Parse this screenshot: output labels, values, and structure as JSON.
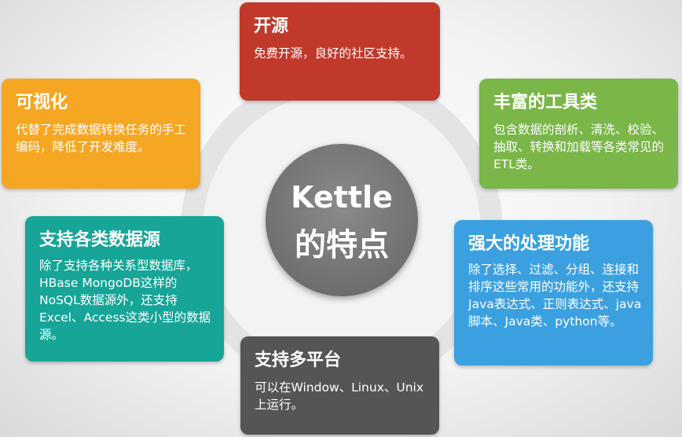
{
  "center": {
    "line1": "Kettle",
    "line2": "的特点"
  },
  "colors": {
    "open": "#c0392b",
    "visual": "#f5a623",
    "tools": "#7ab648",
    "source": "#16a596",
    "power": "#3ba0e0",
    "multi": "#555555",
    "hub": "#707070"
  },
  "cards": {
    "open": {
      "title": "开源",
      "desc": "免费开源，良好的社区支持。"
    },
    "visual": {
      "title": "可视化",
      "desc": "代替了完成数据转换任务的手工编码，降低了开发难度。"
    },
    "tools": {
      "title": "丰富的工具类",
      "desc": "包含数据的剖析、清洗、校验、抽取、转换和加载等各类常见的ETL类。"
    },
    "source": {
      "title": "支持各类数据源",
      "desc": "除了支持各种关系型数据库，HBase MongoDB这样的NoSQL数据源外，还支持Excel、Access这类小型的数据源。"
    },
    "power": {
      "title": "强大的处理功能",
      "desc": "除了选择、过滤、分组、连接和排序这些常用的功能外，还支持Java表达式、正则表达式、java脚本、Java类、python等。"
    },
    "multi": {
      "title": "支持多平台",
      "desc": "可以在Window、Linux、Unix上运行。"
    }
  }
}
